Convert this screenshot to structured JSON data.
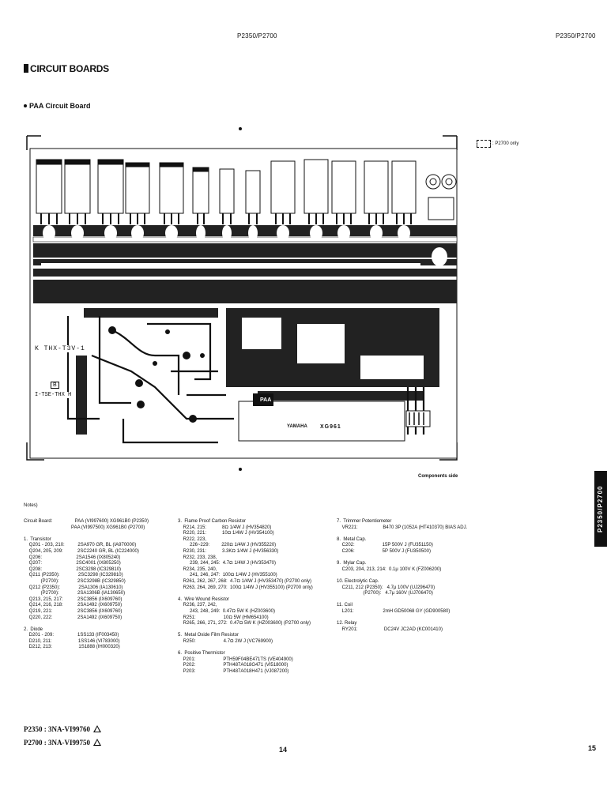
{
  "header": {
    "left_model": "P2350/P2700",
    "right_model": "P2350/P2700"
  },
  "section_title": "CIRCUIT BOARDS",
  "board_title": "PAA Circuit Board",
  "legend_label": ": P2700 only",
  "board_labels": {
    "paa": "PAA",
    "yamaha": "YAMAHA",
    "code": "XG961",
    "left_code": "K THX-T3V-1",
    "b_label": "B",
    "mirror_code": "I-TSE-THX H"
  },
  "components_side": "Components side",
  "side_tab": "P2350/P2700",
  "notes": {
    "heading": "Notes)",
    "col1": "Circuit Board:                 PAA (VI997600) XG961B0 (P2350)\n                                    PAA (VI997500) XG961B0 (P2700)\n\n1.  Transistor\n    Q201 - 203, 210:          2SA970 GR, BL (IA970000)\n    Q204, 205, 209:           2SC2240 GR, BL (IC224000)\n    Q206:                          2SA1546 (IX805240)\n    Q207:                          2SC4001 (IX805250)\n    Q208:                          2SC3298 (IC329810)\n    Q211 (P2350):              2SC3298 (IC329810)\n             (P2700):              2SC3298B (IC329850)\n    Q212 (P2350):              2SA1306 (IA130610)\n             (P2700):              2SA1306B (IA130650)\n    Q213, 215, 217:           2SC3856 (IX609760)\n    Q214, 216, 218:           2SA1492 (IX609750)\n    Q219, 221:                   2SC3856 (IX609760)\n    Q220, 222:                   2SA1492 (IX609750)\n\n2.  Diode\n    D201 - 209:                  1SS133 (IF003450)\n    D210, 211:                    1SS146 (VI783000)\n    D212, 213:                    1S1888 (IH000320)",
    "col2": "3.  Flame Proof Carbon Resistor\n    R214, 215:            8Ω 1/4W J (HV354820)\n    R220, 221:            10Ω 1/4W J (HV354100)\n    R222, 223,\n         226~229:         220Ω 1/4W J (HV355220)\n    R230, 231:            3.3KΩ 1/4W J (HV356330)\n    R232, 233, 238,\n         239, 244, 245:  4.7Ω 1/4W J (HV353470)\n    R234, 235, 240,\n         241, 246, 247:  100Ω 1/4W J (HV355100)\n    R261, 262, 267, 268:  4.7Ω 1/4W J (HV353470) (P2700 only)\n    R263, 264, 269, 270:  100Ω 1/4W J (HV355100) (P2700 only)\n\n4.  Wire Wound Resistor\n    R236, 237, 242,\n         243, 248, 249:  0.47Ω 5W K (HZ003600)\n    R251:                     10Ω 5W (HM654100)\n    R265, 266, 271, 272:  0.47Ω 5W K (HZ003600) (P2700 only)\n\n5.  Metal Oxide Film Resistor\n    R250:                     4.7Ω 2W J (VC769900)\n\n6.  Positive Thermistor\n    P201:                     PTH59F04BE471TS (VE404900)\n    P202:                     PTH487A018G471 (VI518000)\n    P203:                     PTH487A018H471 (VJ087200)",
    "col3": "7.  Trimmer Potentiometer\n    VR221:                   B470 3P (1052A (HT410370) BIAS ADJ.\n\n8.  Metal Cap.\n    C202:                     15P 500V J (FU351150)\n    C206:                     5P 500V J (FU350500)\n\n9.  Mylar Cap.\n    C203, 204, 213, 214:  0.1μ 100V K (FZ006200)\n\n10. Electrolytic Cap.\n    C211, 212 (P2350):   4.7μ 100V (UJ296470)\n                    (P2700):   4.7μ 160V (UJ706470)\n\n11. Coil\n    L201:                      2mH GD50068 GY (GD900580)\n\n12. Relay\n    RY201:                    DC24V JC2AD (KC001410)"
  },
  "part_numbers": {
    "p2350": "P2350 : 3NA-VI99760",
    "p2700": "P2700 : 3NA-VI99750"
  },
  "page_numbers": {
    "left": "14",
    "right": "15"
  }
}
